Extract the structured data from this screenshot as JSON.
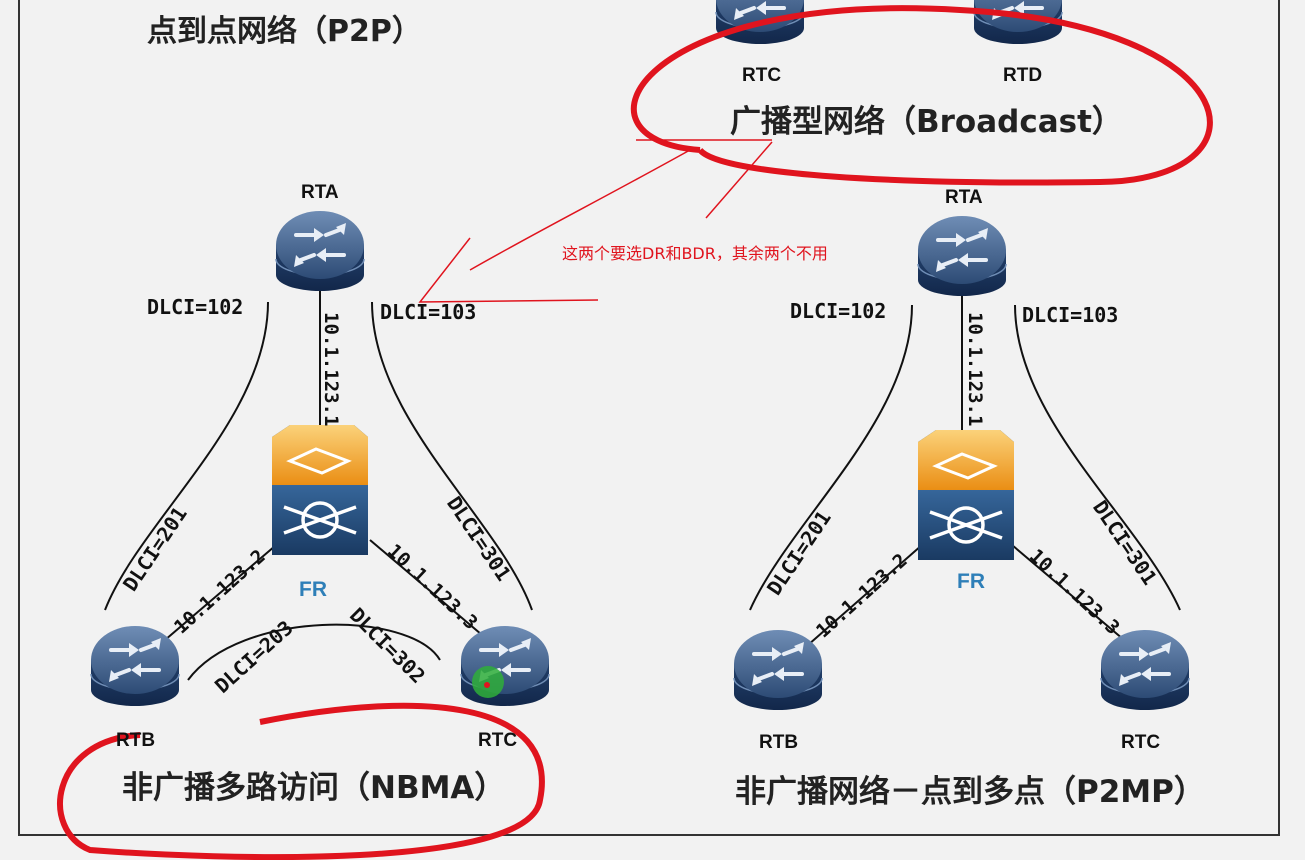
{
  "titles": {
    "p2p": "点到点网络（P2P）",
    "broadcast": "广播型网络（Broadcast）",
    "nbma": "非广播多路访问（NBMA）",
    "p2mp": "非广播网络－点到多点（P2MP）"
  },
  "annotation": "这两个要选DR和BDR，其余两个不用",
  "broadcast": {
    "routers": [
      "RTC",
      "RTD"
    ]
  },
  "nbma": {
    "routers": {
      "a": "RTA",
      "b": "RTB",
      "c": "RTC"
    },
    "switch_label": "FR",
    "dlci": {
      "a_left": "DLCI=102",
      "a_right": "DLCI=103",
      "b_up": "DLCI=201",
      "c_up": "DLCI=301",
      "b_right": "DLCI=203",
      "c_left": "DLCI=302"
    },
    "ips": {
      "a": "10.1.123.1",
      "b": "10.1.123.2",
      "c": "10.1.123.3"
    }
  },
  "p2mp": {
    "routers": {
      "a": "RTA",
      "b": "RTB",
      "c": "RTC"
    },
    "switch_label": "FR",
    "dlci": {
      "a_left": "DLCI=102",
      "a_right": "DLCI=103",
      "b_up": "DLCI=201",
      "c_up": "DLCI=301"
    },
    "ips": {
      "a": "10.1.123.1",
      "b": "10.1.123.2",
      "c": "10.1.123.3"
    }
  },
  "colors": {
    "router_body": "#1f3a63",
    "router_top": "#3c5f8e",
    "switch_top": "#f2a623",
    "switch_bottom": "#22476f",
    "fr_label": "#2e7fb8",
    "annotation": "#e0141e"
  }
}
